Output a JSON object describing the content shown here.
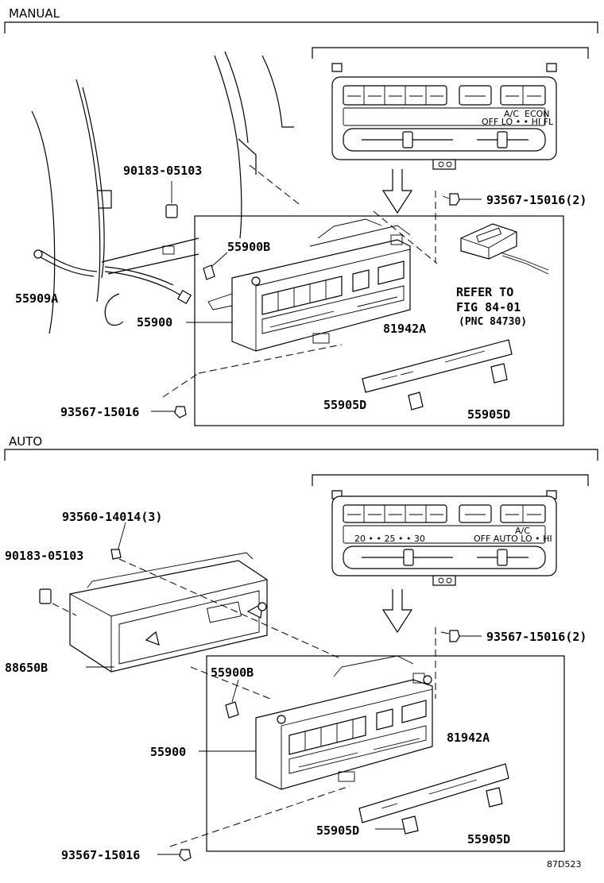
{
  "sections": {
    "manual": "MANUAL",
    "auto": "AUTO"
  },
  "manual_parts": {
    "p1": "90183-05103",
    "p2": "93567-15016(2)",
    "p3": "55900B",
    "p4": "55909A",
    "p5": "55900",
    "p6": "81942A",
    "p7": "55905D",
    "p8": "55905D",
    "p9": "93567-15016"
  },
  "refer_note": {
    "line1": "REFER TO",
    "line2": "FIG 84-01",
    "line3": "(PNC 84730)"
  },
  "auto_parts": {
    "p1": "93560-14014(3)",
    "p2": "90183-05103",
    "p3": "93567-15016(2)",
    "p4": "88650B",
    "p5": "55900B",
    "p6": "55900",
    "p7": "81942A",
    "p8": "55905D",
    "p9": "55905D",
    "p10": "93567-15016"
  },
  "panel_text": {
    "manual_ac": "A/C",
    "manual_econ": "ECON",
    "manual_scale": "OFF LO  •  •  HI  FL",
    "auto_ac": "A/C",
    "auto_scale_left": "20  •  •  25  •  •  30",
    "auto_scale_right": "OFF AUTO LO  •  HI"
  },
  "figure_code": "87D523"
}
